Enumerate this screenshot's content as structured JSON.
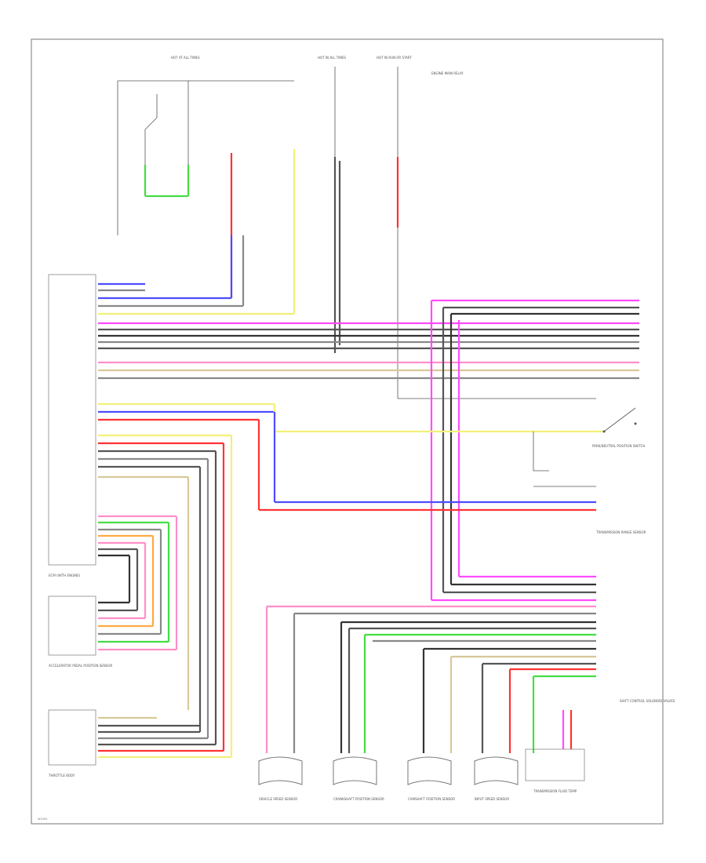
{
  "diagram": {
    "footer_code": "W1004",
    "colors": {
      "yellow": "#f3f07a",
      "blue": "#4d4dff",
      "red": "#ff3333",
      "pink": "#ff8ec8",
      "magenta": "#ff4cff",
      "gray": "#888888",
      "dark": "#333333",
      "green": "#44dd44",
      "orange": "#ffaa44",
      "tan": "#d8c89a"
    },
    "labels": {
      "fuse_top_left": "HOT AT ALL TIMES",
      "fuse_top_mid": "HOT IN ALL TIMES",
      "fuse_top_right": "HOT IN RUN OR START",
      "engine_relay": "ENGINE MAIN RELAY",
      "ecm_label": "ECM (WITH ENGINE)",
      "accel_label": "ACCELERATOR PEDAL POSITION SENSOR",
      "throttle_label": "THROTTLE BODY",
      "park_neutral": "PARK/NEUTRAL POSITION SWITCH",
      "trans_range": "TRANSMISSION RANGE SENSOR",
      "shift_control": "SHIFT CONTROL SOLENOID VALVES",
      "sensor_1": "VEHICLE SPEED SENSOR",
      "sensor_2": "CRANKSHAFT POSITION SENSOR",
      "sensor_3": "CAMSHAFT POSITION SENSOR",
      "sensor_4": "INPUT SPEED SENSOR",
      "sensor_5": "TRANSMISSION FLUID TEMP"
    }
  }
}
